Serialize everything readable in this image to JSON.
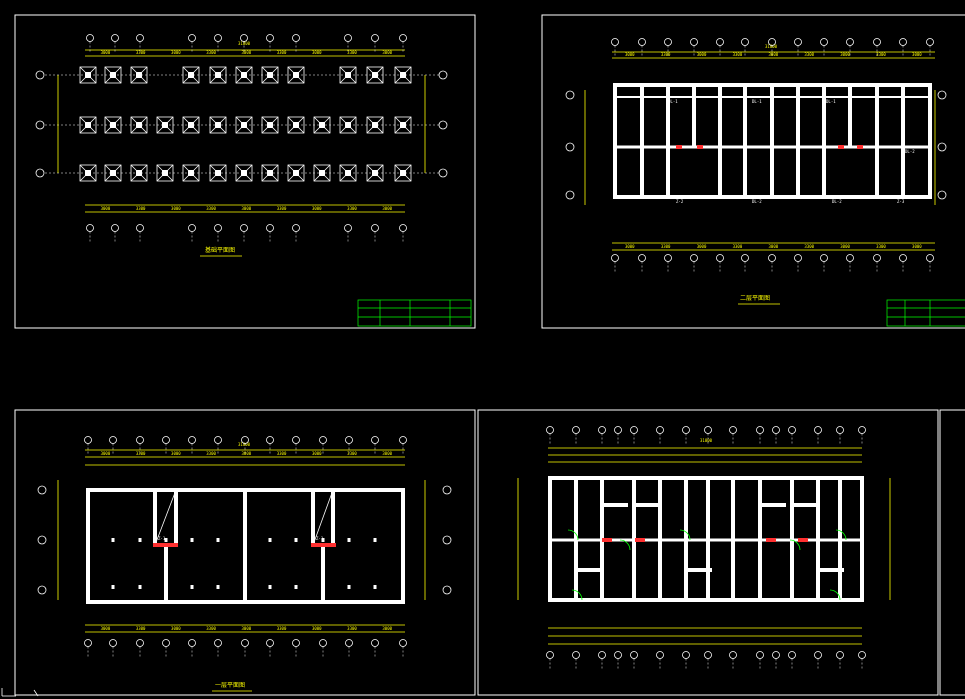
{
  "drawings": [
    {
      "id": "foundation",
      "title": "基础平面图",
      "dim_total": "31800"
    },
    {
      "id": "second_floor",
      "title": "二层平面图",
      "dim_total": "31800"
    },
    {
      "id": "first_floor",
      "title": "一层平面图",
      "dim_total": "31800"
    },
    {
      "id": "plan",
      "title": "",
      "dim_total": "31800"
    }
  ],
  "dim_segments": [
    "3000",
    "3300",
    "3000",
    "3300",
    "3000",
    "3300",
    "3000",
    "3300",
    "3000"
  ],
  "labels": {
    "beam_a": "DL-1",
    "beam_b": "DL-2",
    "beam_c": "Z-2",
    "beam_d": "Z-3",
    "column": "Z-1"
  },
  "colors": {
    "background": "#000000",
    "dimension": "#ffff00",
    "line": "#ffffff",
    "titleblock": "#00ff00",
    "accent": "#ff3030"
  }
}
